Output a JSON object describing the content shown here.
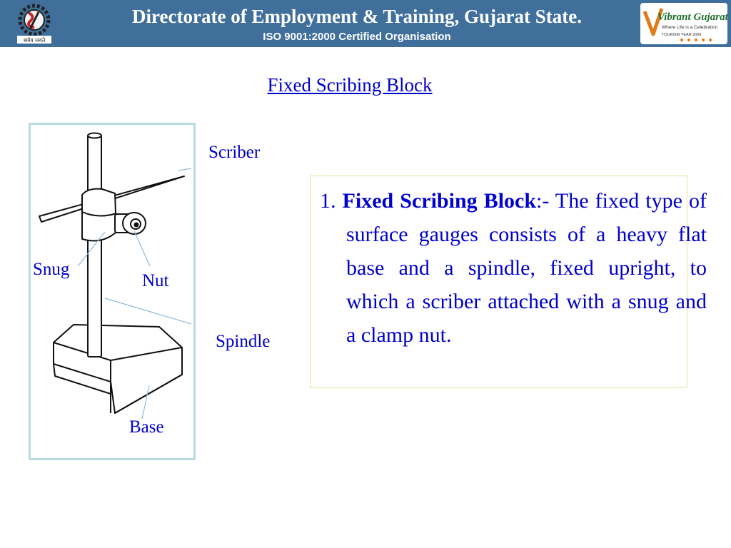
{
  "header": {
    "title": "Directorate of Employment & Training, Gujarat State.",
    "subtitle": "ISO 9001:2000 Certified Organisation",
    "left_logo_caption": "श्रमेव जयते",
    "right_logo_name": "Vibrant Gujarat",
    "right_logo_tagline": "Where Life is a Celebration",
    "right_logo_year": "TOURISM YEAR 2006"
  },
  "slide": {
    "title": "Fixed Scribing Block"
  },
  "diagram": {
    "labels": {
      "scriber": "Scriber",
      "snug": "Snug",
      "nut": "Nut",
      "spindle": "Spindle",
      "base": "Base"
    }
  },
  "content": {
    "number": "1.",
    "term": "Fixed Scribing Block",
    "separator": ":-",
    "description": " The fixed type of surface gauges consists of a heavy flat base and a spindle, fixed upright, to which a scriber attached with a snug and a clamp nut."
  },
  "colors": {
    "header_bg": "#3f6f9a",
    "text_blue": "#0000cc",
    "frame": "#b9dadf",
    "textbox_border": "#e8e39c"
  }
}
